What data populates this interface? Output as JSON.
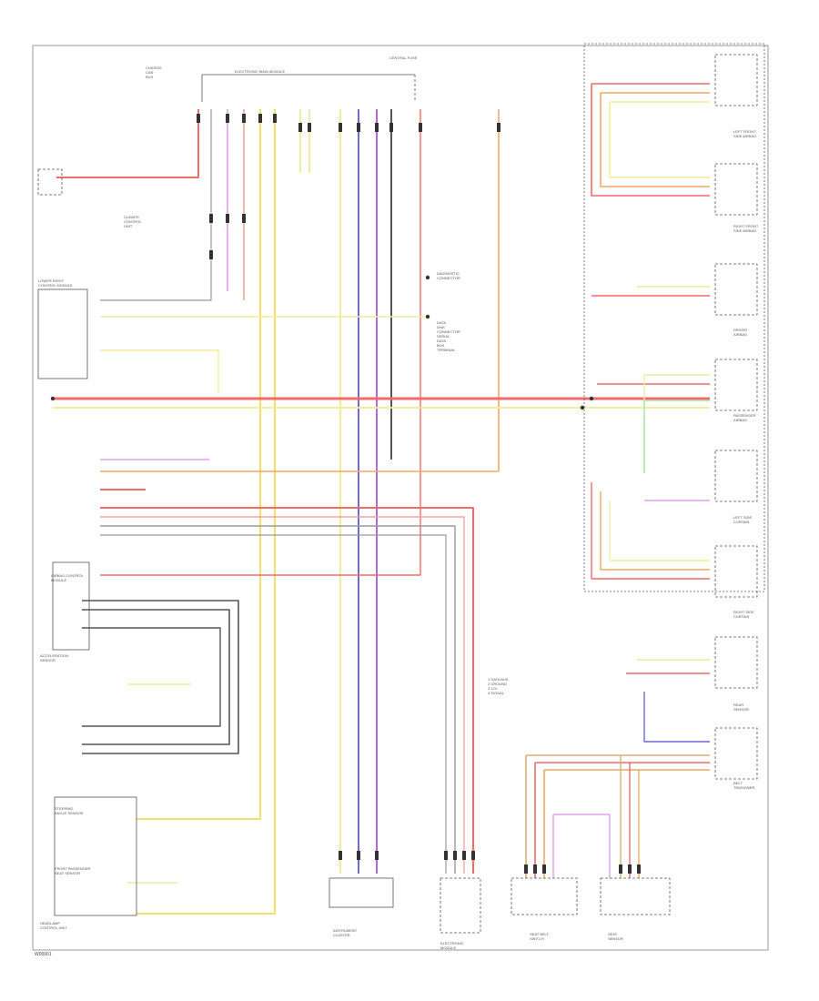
{
  "colors": {
    "red": "#f26a6a",
    "pink": "#f2a2a2",
    "yellow": "#f0e06a",
    "light_yellow": "#f3ec9e",
    "blue": "#6a6ad8",
    "violet": "#b06ad8",
    "magenta": "#e0a0f0",
    "orange": "#f0a860",
    "green": "#a0e8a0",
    "gray": "#9a9a9a",
    "dark": "#555555",
    "tan": "#d8b070",
    "border": "#999999"
  },
  "labels": {
    "top_center": "CENTRAL FUSE",
    "top_sub": "ELECTRONIC MAIN MODULE",
    "left_top": "CHASSIS\nCAN\nBUS",
    "left_mid": "CLIMATE\nCONTROL\nUNIT",
    "left_module": "LOWER RIGHT\nCONTROL MODULE",
    "left_box_mid": "AIRBAG CONTROL\nMODULE",
    "left_sensor": "ACCELERATION\nSENSOR",
    "left_bottom_box": "STEERING\nANGLE SENSOR",
    "left_bottom_box2": "FRONT PASSENGER\nSEAT SENSOR",
    "left_bottom_caption": "HEADLAMP\nCONTROL UNIT",
    "right_col_1": "LEFT FRONT\nSIDE AIRBAG",
    "right_col_2": "RIGHT FRONT\nSIDE AIRBAG",
    "right_col_3": "DRIVER\nAIRBAG",
    "right_col_4": "PASSENGER\nAIRBAG",
    "right_col_5": "LEFT SIDE\nCURTAIN",
    "right_col_6": "RIGHT SIDE\nCURTAIN",
    "right_col_7": "REAR\nSENSOR",
    "right_col_8": "BELT\nTENSIONER",
    "mid_right": "DIAGNOSTIC\nCONNECTOR",
    "mid_right_list": "DATA\nLINK\nCONNECTOR\nSERIAL\nDATA\nBUS\nTERMINAL",
    "bottom_1": "INSTRUMENT\nCLUSTER",
    "bottom_2": "ELECTRONIC\nMODULE",
    "bottom_3": "SEAT BELT\nSWITCH",
    "bottom_4": "SEAT\nSENSOR",
    "legend": "1  DATA BUS\n2  GROUND\n3  12V\n4  SIGNAL",
    "footer": "W00001"
  }
}
